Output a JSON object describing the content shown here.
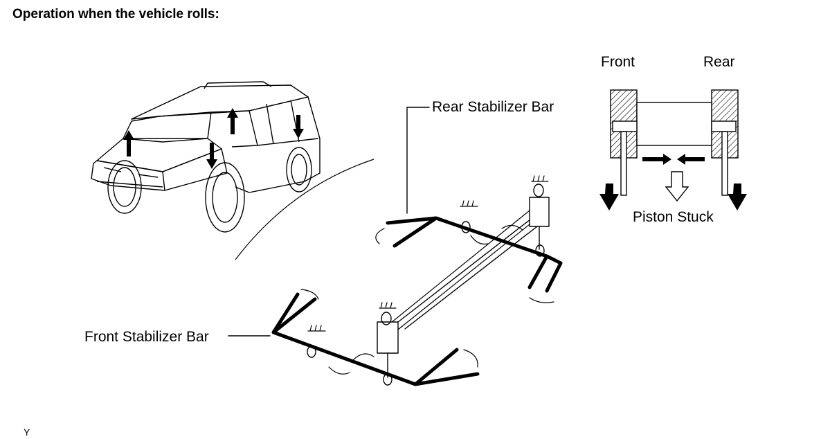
{
  "title": "Operation when the vehicle rolls:",
  "labels": {
    "front": "Front",
    "rear": "Rear",
    "rear_stabilizer_bar": "Rear Stabilizer Bar",
    "front_stabilizer_bar": "Front Stabilizer Bar",
    "piston_stuck": "Piston Stuck"
  },
  "figure_code": "Y"
}
